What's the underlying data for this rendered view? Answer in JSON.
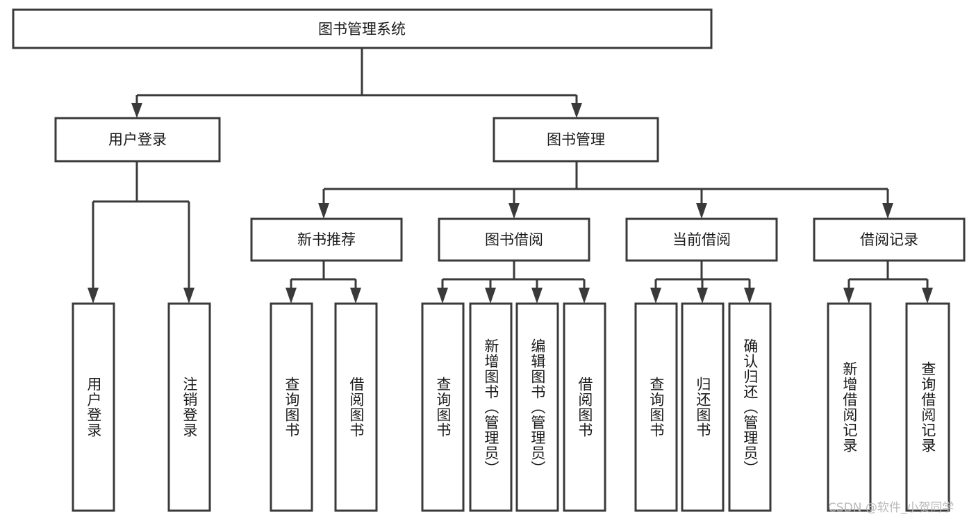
{
  "diagram": {
    "title": "图书管理系统",
    "type": "tree-hierarchy-flowchart",
    "colors": {
      "stroke": "#3a3a3a",
      "fill": "#ffffff",
      "text": "#1a1a1a",
      "watermark": "#b9b9b9"
    },
    "root": {
      "label": "图书管理系统"
    },
    "level2": [
      {
        "label": "用户登录"
      },
      {
        "label": "图书管理"
      }
    ],
    "level3": [
      {
        "label": "新书推荐"
      },
      {
        "label": "图书借阅"
      },
      {
        "label": "当前借阅"
      },
      {
        "label": "借阅记录"
      }
    ],
    "leaves": {
      "user_login": [
        {
          "label": "用户登录"
        },
        {
          "label": "注销登录"
        }
      ],
      "new_book_recommend": [
        {
          "label": "查询图书"
        },
        {
          "label": "借阅图书"
        }
      ],
      "book_borrow": [
        {
          "label": "查询图书"
        },
        {
          "label": "新增图书（管理员）"
        },
        {
          "label": "编辑图书（管理员）"
        },
        {
          "label": "借阅图书"
        }
      ],
      "current_borrow": [
        {
          "label": "查询图书"
        },
        {
          "label": "归还图书"
        },
        {
          "label": "确认归还（管理员）"
        }
      ],
      "borrow_record": [
        {
          "label": "新增借阅记录"
        },
        {
          "label": "查询借阅记录"
        }
      ]
    }
  },
  "watermark": {
    "text": "CSDN @软件_小贺同学"
  }
}
